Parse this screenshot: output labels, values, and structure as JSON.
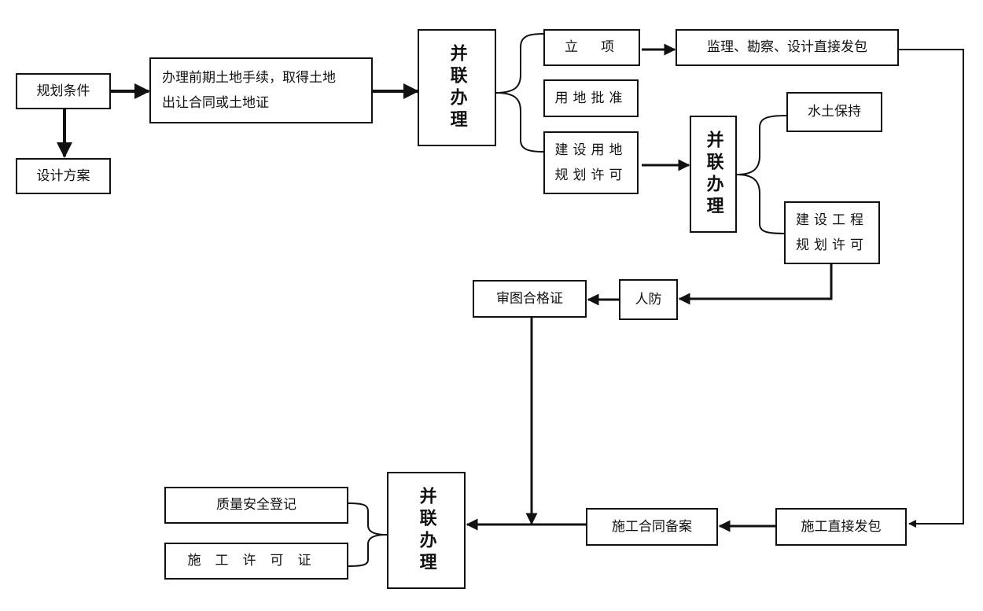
{
  "nodes": {
    "planning_conditions": "规划条件",
    "design_scheme": "设计方案",
    "land_procedures": "办理前期土地手续，取得土地\n出让合同或土地证",
    "parallel_1": "并联办理",
    "project_approval": "立　项",
    "land_use_approval": "用地批准",
    "land_use_planning_permit": "建设用地\n规划许可",
    "direct_contracting": "监理、勘察、设计直接发包",
    "parallel_2": "并联办理",
    "soil_water_conservation": "水土保持",
    "engineering_planning_permit": "建设工程\n规划许可",
    "civil_defense": "人防",
    "drawing_review_cert": "审图合格证",
    "construction_direct_contracting": "施工直接发包",
    "construction_contract_filing": "施工合同备案",
    "parallel_3": "并联办理",
    "quality_safety_registration": "质量安全登记",
    "construction_permit": "施工许可证"
  },
  "colors": {
    "stroke": "#111111",
    "background": "#ffffff"
  }
}
